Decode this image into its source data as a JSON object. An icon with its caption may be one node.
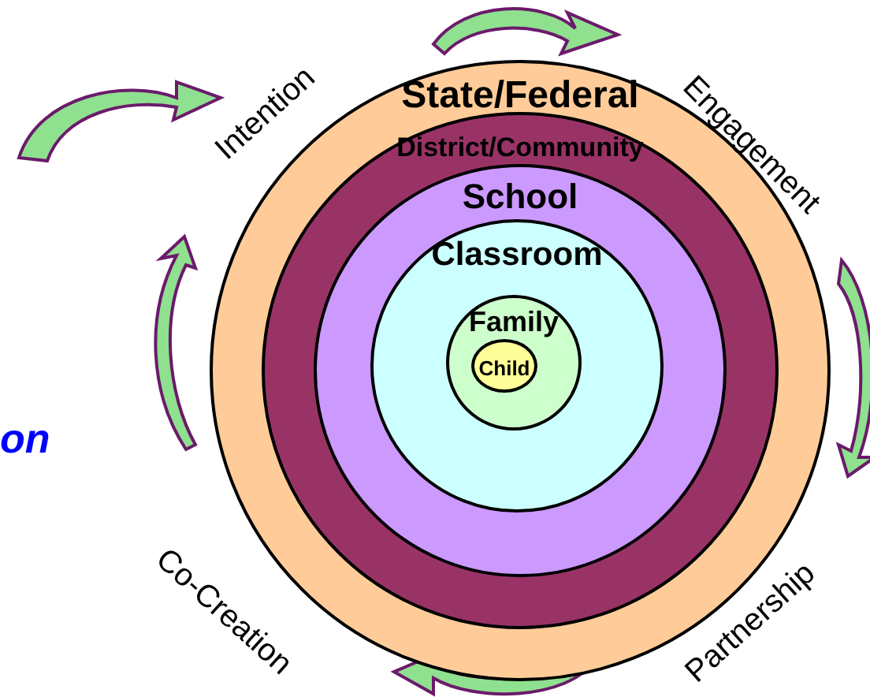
{
  "diagram": {
    "nodes": [
      {
        "text": [
          "State/Federal"
        ]
      },
      {
        "text": [
          "District/Community"
        ],
        "in": 0
      },
      {
        "text": [
          "School"
        ],
        "in": 1
      },
      {
        "text": [
          "Classroom"
        ],
        "in": 2
      },
      {
        "text": [
          "Family"
        ],
        "in": 3
      },
      {
        "text": [
          "Child"
        ],
        "in": 4
      }
    ],
    "edges": [],
    "labels": [
      "Intention",
      "Engagement",
      "on",
      "Co-Creation",
      "Partnership"
    ]
  }
}
